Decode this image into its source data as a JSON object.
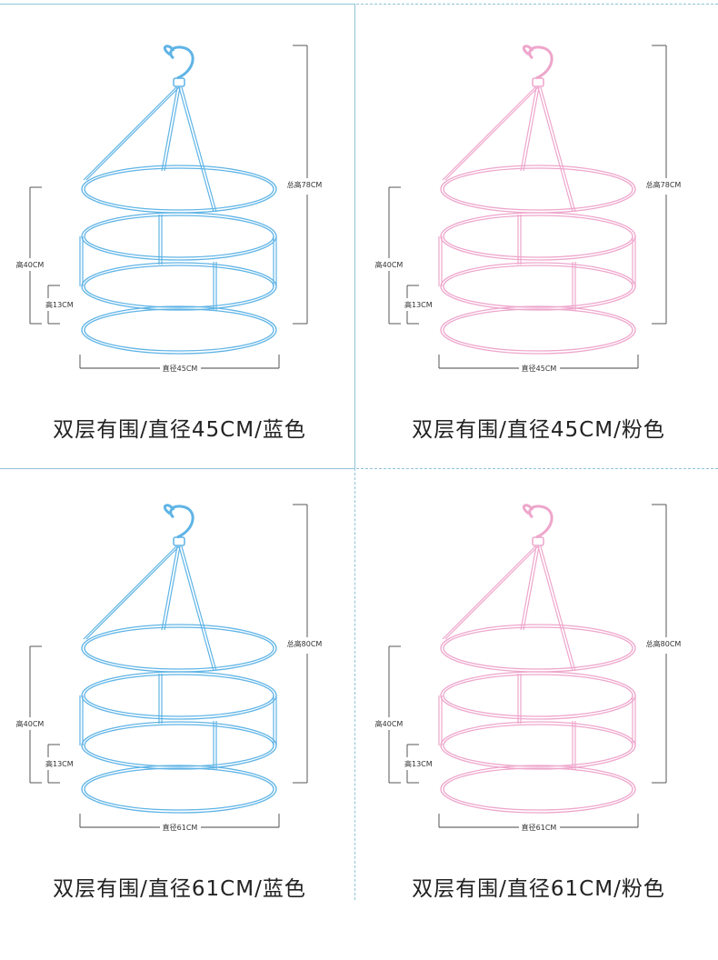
{
  "colors": {
    "blue": "#5fb4e6",
    "pink": "#eea6cc",
    "divider": "#8fc3d8"
  },
  "panels": [
    {
      "caption": "双层有围/直径45CM/蓝色",
      "color": "blue",
      "total_height": "总高78CM",
      "height": "高40CM",
      "gap": "高13CM",
      "diameter": "直径45CM"
    },
    {
      "caption": "双层有围/直径45CM/粉色",
      "color": "pink",
      "total_height": "总高78CM",
      "height": "高40CM",
      "gap": "高13CM",
      "diameter": "直径45CM"
    },
    {
      "caption": "双层有围/直径61CM/蓝色",
      "color": "blue",
      "total_height": "总高80CM",
      "height": "高40CM",
      "gap": "高13CM",
      "diameter": "直径61CM"
    },
    {
      "caption": "双层有围/直径61CM/粉色",
      "color": "pink",
      "total_height": "总高80CM",
      "height": "高40CM",
      "gap": "高13CM",
      "diameter": "直径61CM"
    }
  ]
}
